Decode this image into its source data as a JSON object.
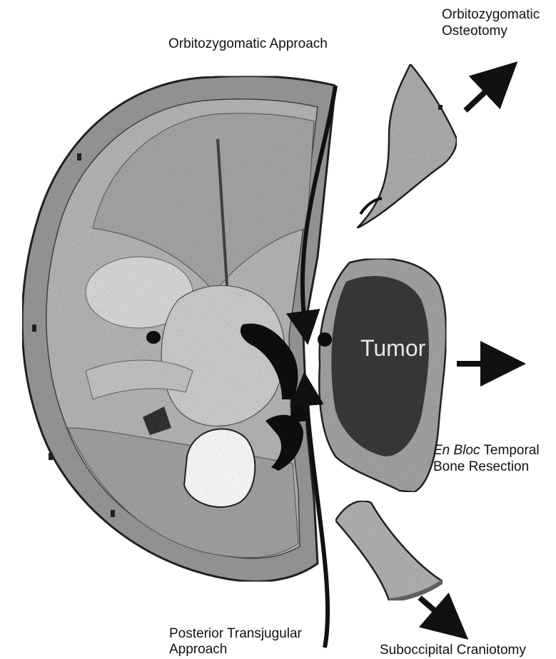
{
  "labels": {
    "orbitozygomatic_approach": "Orbitozygomatic Approach",
    "orbitozygomatic_osteotomy_line1": "Orbitozygomatic",
    "orbitozygomatic_osteotomy_line2": "Osteotomy",
    "tumor": "Tumor",
    "en_bloc_italic": "En Bloc",
    "en_bloc_rest": " Temporal",
    "bone_resection": "Bone Resection",
    "posterior_transjugular_line1": "Posterior Transjugular",
    "posterior_transjugular_line2": "Approach",
    "suboccipital_craniotomy": "Suboccipital Craniotomy"
  }
}
